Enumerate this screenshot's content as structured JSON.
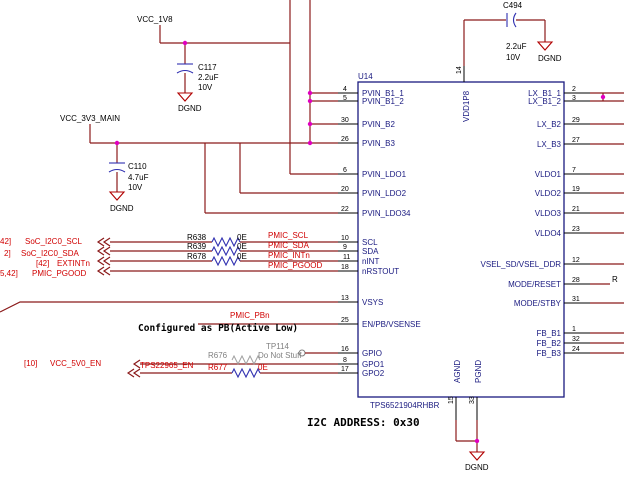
{
  "power": {
    "vcc_1v8": "VCC_1V8",
    "vcc_3v3": "VCC_3V3_MAIN",
    "dgnd": "DGND",
    "c117": {
      "ref": "C117",
      "value": "2.2uF",
      "voltage": "10V"
    },
    "c110": {
      "ref": "C110",
      "value": "4.7uF",
      "voltage": "10V"
    },
    "c494": {
      "ref": "C494",
      "value": "2.2uF",
      "voltage": "10V"
    }
  },
  "chip": {
    "ref": "U14",
    "part": "TPS6521904RHBR",
    "vdd_pin": {
      "name": "VDD1P8",
      "num": "14"
    },
    "left_pins": [
      {
        "name": "PVIN_B1_1",
        "num": "4"
      },
      {
        "name": "PVIN_B1_2",
        "num": "5"
      },
      {
        "name": "PVIN_B2",
        "num": "30"
      },
      {
        "name": "PVIN_B3",
        "num": "26"
      },
      {
        "name": "PVIN_LDO1",
        "num": "6"
      },
      {
        "name": "PVIN_LDO2",
        "num": "20"
      },
      {
        "name": "PVIN_LDO34",
        "num": "22"
      },
      {
        "name": "SCL",
        "num": "10"
      },
      {
        "name": "SDA",
        "num": "9"
      },
      {
        "name": "nINT",
        "num": "11"
      },
      {
        "name": "nRSTOUT",
        "num": "18"
      },
      {
        "name": "VSYS",
        "num": "13"
      },
      {
        "name": "EN/PB/VSENSE",
        "num": "25"
      },
      {
        "name": "GPIO",
        "num": "16"
      },
      {
        "name": "GPO1",
        "num": "8"
      },
      {
        "name": "GPO2",
        "num": "17"
      }
    ],
    "right_pins": [
      {
        "name": "LX_B1_1",
        "num": "2"
      },
      {
        "name": "LX_B1_2",
        "num": "3"
      },
      {
        "name": "LX_B2",
        "num": "29"
      },
      {
        "name": "LX_B3",
        "num": "27"
      },
      {
        "name": "VLDO1",
        "num": "7"
      },
      {
        "name": "VLDO2",
        "num": "19"
      },
      {
        "name": "VLDO3",
        "num": "21"
      },
      {
        "name": "VLDO4",
        "num": "23"
      },
      {
        "name": "VSEL_SD/VSEL_DDR",
        "num": "12"
      },
      {
        "name": "MODE/RESET",
        "num": "28"
      },
      {
        "name": "MODE/STBY",
        "num": "31"
      },
      {
        "name": "FB_B1",
        "num": "1"
      },
      {
        "name": "FB_B2",
        "num": "32"
      },
      {
        "name": "FB_B3",
        "num": "24"
      }
    ],
    "bottom_pins": [
      {
        "name": "AGND",
        "num": "15"
      },
      {
        "name": "PGND",
        "num": "33"
      }
    ]
  },
  "signals": {
    "i2c": [
      {
        "ref_sheet": "42]",
        "net": "SoC_I2C0_SCL",
        "res": "R638",
        "val": "0E",
        "pmic": "PMIC_SCL"
      },
      {
        "ref_sheet": "2]",
        "net": "SoC_I2C0_SDA",
        "res": "R639",
        "val": "0E",
        "pmic": "PMIC_SDA"
      },
      {
        "ref_sheet": "[42]",
        "net": "EXTINTn",
        "res": "R678",
        "val": "0E",
        "pmic": "PMIC_INTn"
      },
      {
        "ref_sheet": "5,42]",
        "net": "PMIC_PGOOD",
        "res": "",
        "val": "",
        "pmic": "PMIC_PGOOD"
      }
    ],
    "pmic_pbn": "PMIC_PBn",
    "note": "Configured as PB(Active Low)",
    "tp": "TP114",
    "r676": {
      "ref": "R676",
      "val": "Do Not Stuff"
    },
    "r677": {
      "ref": "R677",
      "val": "0E"
    },
    "vcc5v0": {
      "ref_sheet": "[10]",
      "net": "VCC_5V0_EN"
    },
    "tps": "TPS22965_EN",
    "right_cut": "R"
  },
  "footer": {
    "i2c_address": "I2C ADDRESS: 0x30"
  }
}
